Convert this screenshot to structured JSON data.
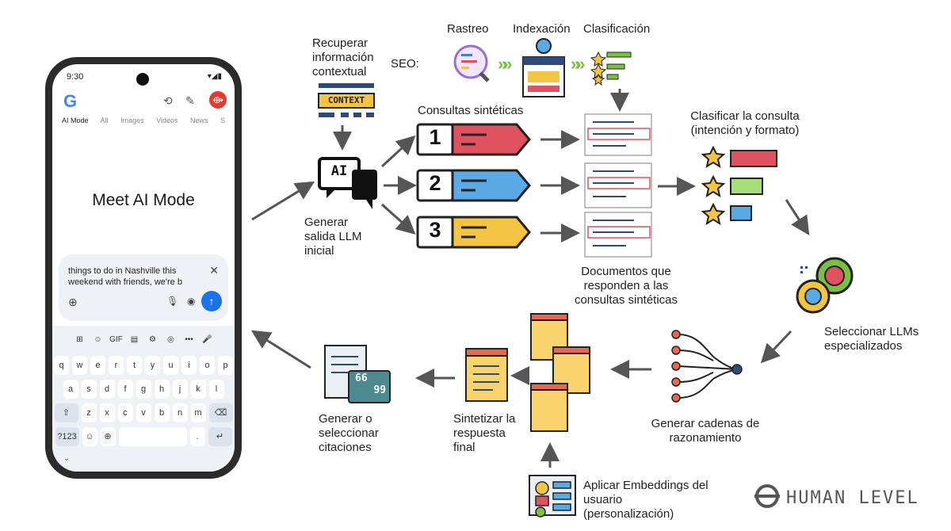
{
  "phone": {
    "time": "9:30",
    "status_icons": "▾◢▮",
    "tabs": [
      "AI Mode",
      "All",
      "Images",
      "Videos",
      "News",
      "S"
    ],
    "hero_title": "Meet AI Mode",
    "query_text": "things to do in Nashville this weekend with friends, we're b",
    "keyboard": {
      "tool_row": [
        "⊞",
        "☺",
        "GIF",
        "▤",
        "⚙",
        "◎",
        "•••",
        "🎤"
      ],
      "row1": [
        "q",
        "w",
        "e",
        "r",
        "t",
        "y",
        "u",
        "i",
        "o",
        "p"
      ],
      "row2": [
        "a",
        "s",
        "d",
        "f",
        "g",
        "h",
        "j",
        "k",
        "l"
      ],
      "row3": [
        "⇧",
        "z",
        "x",
        "c",
        "v",
        "b",
        "n",
        "m",
        "⌫"
      ],
      "row4": [
        "?123",
        "☺",
        "⊕",
        "",
        ".",
        "↵"
      ]
    }
  },
  "diagram": {
    "seo_label": "SEO:",
    "rastreo": "Rastreo",
    "indexacion": "Indexación",
    "clasificacion": "Clasificación",
    "recuperar": "Recuperar información contextual",
    "context_badge": "CONTEXT",
    "ai_badge": "AI",
    "generar_salida": "Generar salida LLM inicial",
    "consultas_sinteticas": "Consultas sintéticas",
    "query_numbers": [
      "1",
      "2",
      "3"
    ],
    "documentos": "Documentos que responden a las consultas sintéticas",
    "clasificar": "Clasificar la consulta (intención y formato)",
    "seleccionar_llms": "Seleccionar LLMs especializados",
    "generar_cadenas": "Generar cadenas de razonamiento",
    "sintetizar": "Sintetizar la respuesta final",
    "aplicar_embeddings": "Aplicar Embeddings del usuario (personalización)",
    "generar_citaciones": "Generar o seleccionar citaciones",
    "quote_glyph_top": "66",
    "quote_glyph_bottom": "99",
    "brand": "HUMAN LEVEL"
  },
  "colors": {
    "red": "#e05260",
    "blue": "#5aaae6",
    "yellow": "#f4c542",
    "green": "#7ac142",
    "arrow": "#555555",
    "doc_yellow": "#f9d36b",
    "doc_header": "#e8674f"
  }
}
